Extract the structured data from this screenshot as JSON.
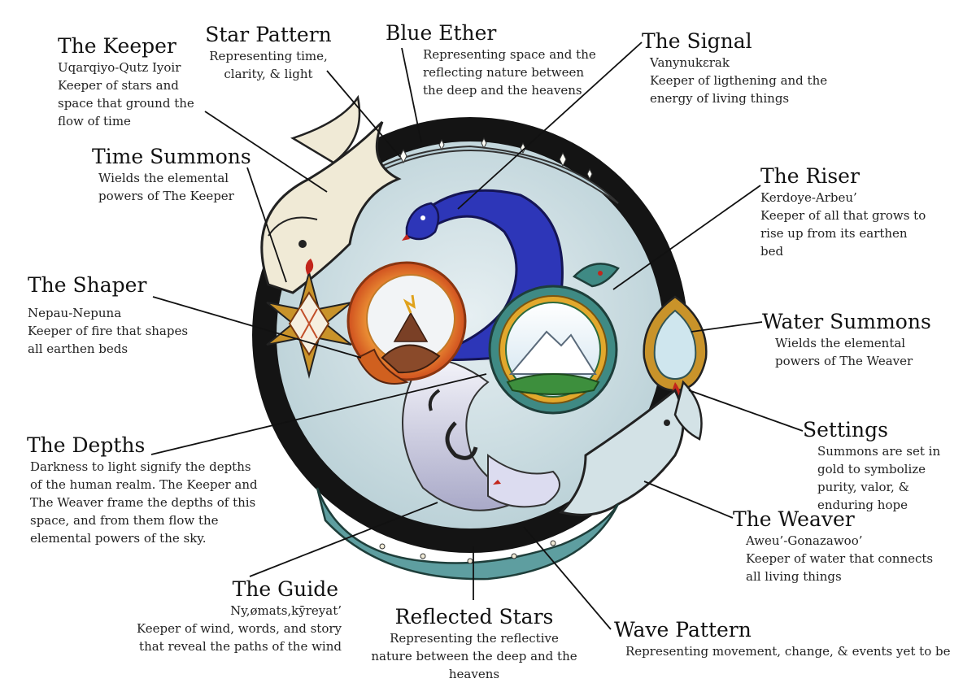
{
  "diagram": {
    "colors": {
      "ether": "#c9dbe0",
      "black_ring": "#141414",
      "gold": "#c9932a",
      "ivory": "#f0ead6",
      "blue_serpent": "#2d36b8",
      "teal_serpent": "#3f8a84",
      "wave": "#5e9ea0",
      "fire": "#e0722a",
      "grove": "#3d8f3d"
    },
    "icons": [
      "keeper-dragon-icon",
      "weaver-dragon-icon",
      "signal-serpent-icon",
      "riser-serpent-icon",
      "shaper-serpent-icon",
      "guide-serpent-icon",
      "fire-gem-icon",
      "water-gem-icon",
      "mountain-icon",
      "volcano-icon"
    ]
  },
  "labels": {
    "keeper": {
      "title": "The Keeper",
      "subtitle": "Uqarqiyo-Qutz Iyoir",
      "desc": "Keeper of stars and space that ground the flow of time"
    },
    "star_pattern": {
      "title": "Star Pattern",
      "desc": "Representing time, clarity, & light"
    },
    "blue_ether": {
      "title": "Blue Ether",
      "desc": "Representing space and the reflecting nature between the deep and the heavens"
    },
    "signal": {
      "title": "The Signal",
      "subtitle": "Vanynukɛrak",
      "desc": "Keeper of ligthening and the energy of living things"
    },
    "time_summons": {
      "title": "Time Summons",
      "desc": "Wields the elemental powers of The Keeper"
    },
    "riser": {
      "title": "The Riser",
      "subtitle": "Kerdoye-Arbeu’",
      "desc": "Keeper of all that grows to rise up from its earthen bed"
    },
    "shaper": {
      "title": "The Shaper",
      "subtitle": "Nepau-Nepuna",
      "desc": "Keeper of fire that shapes all earthen beds"
    },
    "water_summons": {
      "title": "Water Summons",
      "desc": "Wields the elemental powers of The Weaver"
    },
    "settings": {
      "title": "Settings",
      "desc": "Summons are set in gold to symbolize purity, valor, & enduring hope"
    },
    "depths": {
      "title": "The Depths",
      "desc": "Darkness to light signify the depths of the human realm. The Keeper and The Weaver frame the depths of this space, and from them flow the elemental powers of the sky."
    },
    "weaver": {
      "title": "The Weaver",
      "subtitle": "Aweu’-Gonazawoo’",
      "desc": "Keeper of water that connects all living things"
    },
    "guide": {
      "title": "The Guide",
      "subtitle": "Ny,ømats,kȳreyat’",
      "desc": "Keeper of wind, words, and story that reveal the paths of the wind"
    },
    "reflected_stars": {
      "title": "Reflected Stars",
      "desc": "Representing the reflective nature between the deep and the heavens"
    },
    "wave_pattern": {
      "title": "Wave Pattern",
      "desc": "Representing movement, change, & events yet to be"
    }
  }
}
